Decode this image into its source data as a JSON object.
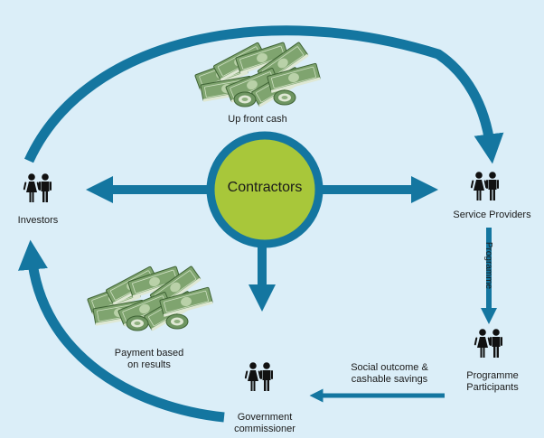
{
  "center": {
    "label": "Contractors"
  },
  "nodes": {
    "investors": "Investors",
    "service_providers": "Service Providers",
    "programme_participants": [
      "Programme",
      "Participants"
    ],
    "government_commissioner": [
      "Government",
      "commissioner"
    ]
  },
  "flows": {
    "upfront_cash": "Up front cash",
    "payment": [
      "Payment based",
      "on results"
    ],
    "programme": "Programme",
    "social_outcome": [
      "Social outcome &",
      "cashable savings"
    ]
  },
  "colors": {
    "background": "#dbeef8",
    "arrow": "#1476a0",
    "center_fill": "#a8c73a",
    "center_ring": "#1476a0",
    "people": "#111111",
    "money": "#5f8a52"
  },
  "icons": [
    "people-icon",
    "money-stack-icon"
  ]
}
